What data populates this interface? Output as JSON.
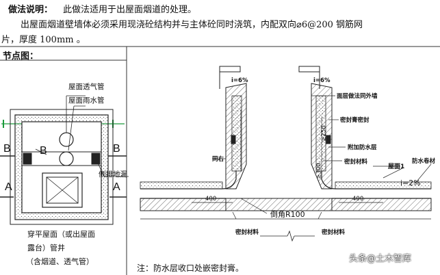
{
  "header": {
    "title": "做法说明：",
    "line1": "此做法适用于出屋面烟道的处理。",
    "line2": "出屋面烟道壁墙体必须采用现浇砼结构并与主体砼同时浇筑，内配双向⌀6@200 钢筋网",
    "line3": "片，厚度 100mm 。"
  },
  "left_panel": {
    "title": "节点图：",
    "labels": {
      "vent_pipe": "屋面透气管",
      "rain_pipe": "屋面雨水管",
      "side_drain": "侧排地漏",
      "b_left": "B",
      "b_right": "B",
      "b_inner": "B",
      "a_left": "A",
      "a_right": "A",
      "caption1": "穿平屋面（或出屋面",
      "caption2": "露台）管井",
      "caption3": "（含烟道、透气管）"
    }
  },
  "right_panel": {
    "labels": {
      "slope_left": "i=6%",
      "slope_right": "i=6%",
      "outer_wall": "面层做法同外墙",
      "sealant": "密封膏密封",
      "extra_layer": "附加防水层",
      "same_right": "同右",
      "seal_mat": "密封材料",
      "roof": "屋面1",
      "waterproof_coil": "防水卷材",
      "slope_roof": "i=2%",
      "fillet": "倒角R100",
      "seal_bottom_left": "密封材料",
      "seal_bottom_right": "密封材料",
      "dim_400_left": "400",
      "dim_400_right": "400",
      "dim_250": "≥250",
      "dim_300": "≥300"
    },
    "note": "注：防水层收口处嵌密封膏。"
  },
  "watermark": "头条@土木智库"
}
